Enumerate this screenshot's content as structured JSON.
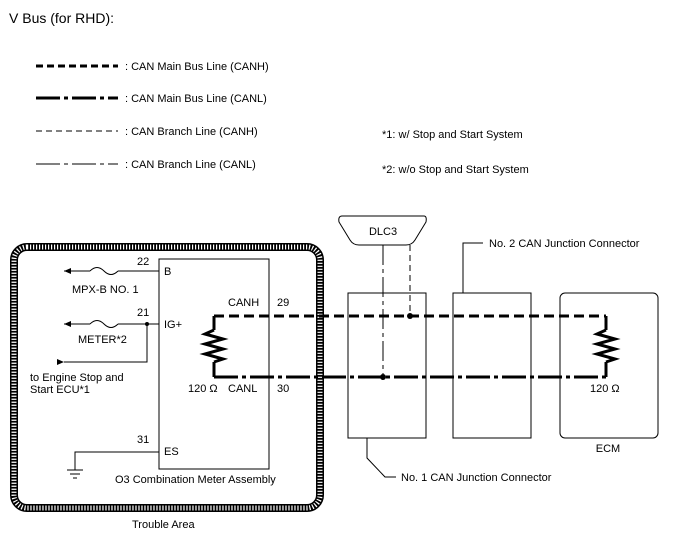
{
  "title": "V Bus (for RHD):",
  "legend": [
    {
      "style": "thick-dash",
      "label": ": CAN Main Bus Line (CANH)"
    },
    {
      "style": "thick-dashdot",
      "label": ": CAN Main Bus Line (CANL)"
    },
    {
      "style": "thin-dash",
      "label": ": CAN Branch Line (CANH)"
    },
    {
      "style": "thin-dashdot",
      "label": ": CAN Branch Line (CANL)"
    }
  ],
  "notes": [
    "*1: w/ Stop and Start System",
    "*2: w/o Stop and Start System"
  ],
  "dlc": "DLC3",
  "junction2_label": "No. 2 CAN Junction Connector",
  "junction1_label": "No. 1 CAN Junction Connector",
  "ecm_label": "ECM",
  "meter": {
    "terminals": {
      "b_pin": "22",
      "b": "B",
      "ig_pin": "21",
      "ig": "IG+",
      "es_pin": "31",
      "es": "ES",
      "canh": "CANH",
      "canh_pin": "29",
      "canl": "CANL",
      "canl_pin": "30"
    },
    "resistor": "120 Ω",
    "name": "O3  Combination Meter Assembly"
  },
  "fuses": {
    "mpx": "MPX-B NO. 1",
    "meter": "METER*2"
  },
  "engine_stop_line1": "to Engine Stop and",
  "engine_stop_line2": "Start ECU*1",
  "ecm_resistor": "120 Ω",
  "trouble_area": "Trouble Area"
}
